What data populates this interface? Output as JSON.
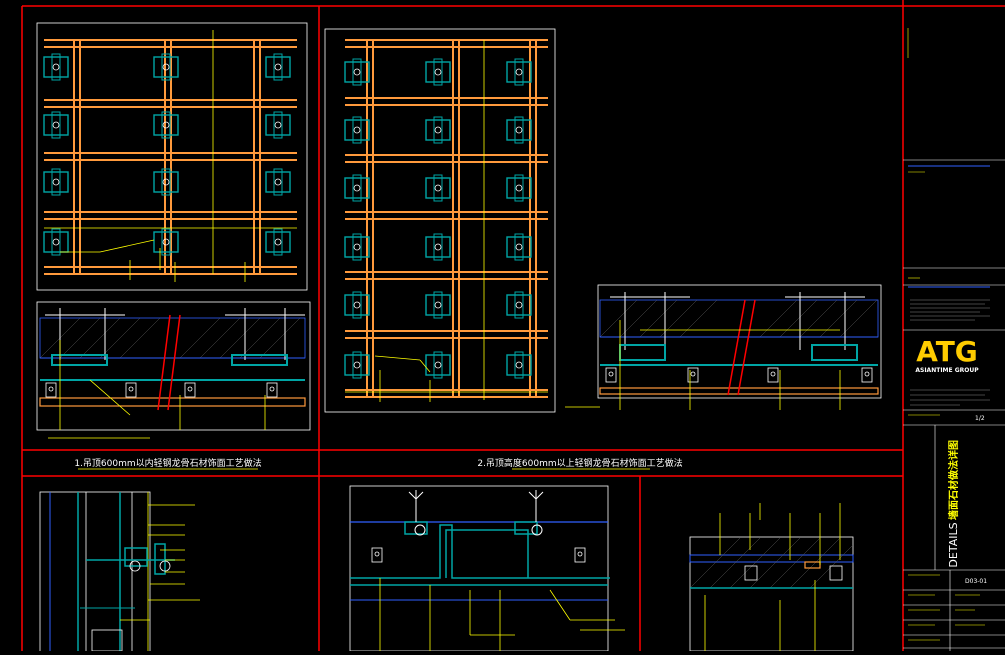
{
  "sheet": {
    "captions": {
      "detail1": "1.吊顶600mm以内轻钢龙骨石材饰面工艺做法",
      "detail2": "2.吊顶高度600mm以上轻钢龙骨石材饰面工艺做法"
    },
    "title_block": {
      "logo_text": "ATG",
      "company": "ASIANTIME GROUP",
      "drawing_title_cn": "墙面石材做法详图",
      "drawing_title_en": "DETAILS",
      "drawing_no": "D03-01",
      "sheet_no": "1/2"
    }
  },
  "colors": {
    "background": "#000000",
    "frame": "#ff0000",
    "keel": "#ff9a3c",
    "bracket": "#00a5a5",
    "annotation": "#ffff00",
    "line_white": "#ffffff",
    "line_blue": "#3060ff",
    "logo": "#ffcc00"
  }
}
